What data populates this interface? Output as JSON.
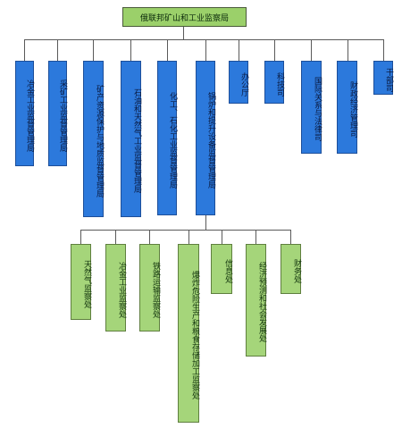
{
  "root": "俄联邦矿山和工业监察局",
  "departments": [
    "冶金工业监督管理局",
    "采矿工业监督管理局",
    "矿产资源保护与地质监督管理局",
    "石油和天然气工业监督管理局",
    "化工、石化工业监督管理局",
    "锅炉和提升设备监督管理局",
    "办公厅",
    "科技司",
    "国际关系与法律司",
    "财政经济管理司",
    "干部司"
  ],
  "divisions": [
    "天然气监察处",
    "冶金工业监察处",
    "铁路运输监察处",
    "爆炸危险生产和粮食存储加工监察处",
    "信息处",
    "经济预测和社会发展处",
    "财务处"
  ],
  "colors": {
    "department": "#2c79dc",
    "division": "#a5d57a",
    "root": "#9bd06a",
    "line": "#5a5a5a"
  }
}
